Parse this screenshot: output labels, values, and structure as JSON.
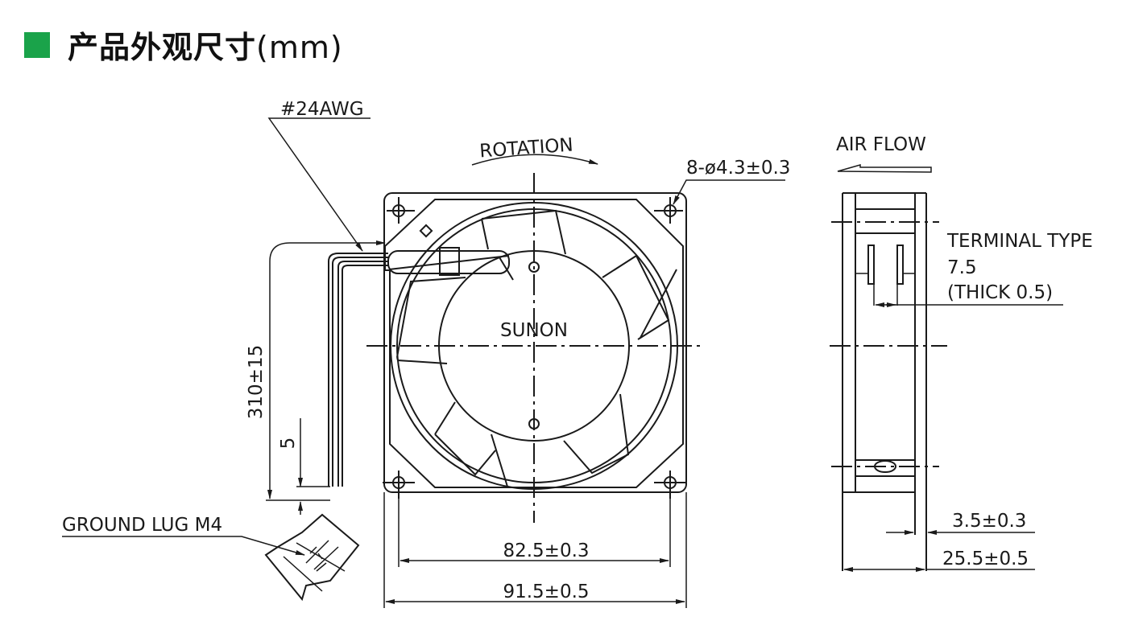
{
  "header": {
    "title": "产品外观尺寸",
    "unit": "(mm)",
    "accent_color": "#1aa34a"
  },
  "front_view": {
    "wire_label": "#24AWG",
    "rotation_label": "ROTATION",
    "hole_label": "8-ø4.3±0.3",
    "brand": "SUNON",
    "lead_length": "310±15",
    "strip_length": "5",
    "ground_lug": "GROUND LUG M4",
    "hole_pitch": "82.5±0.3",
    "frame_width": "91.5±0.5"
  },
  "side_view": {
    "airflow_label": "AIR FLOW",
    "terminal_line1": "TERMINAL TYPE",
    "terminal_line2": "7.5",
    "terminal_line3": "(THICK 0.5)",
    "flange": "3.5±0.3",
    "depth": "25.5±0.5"
  }
}
